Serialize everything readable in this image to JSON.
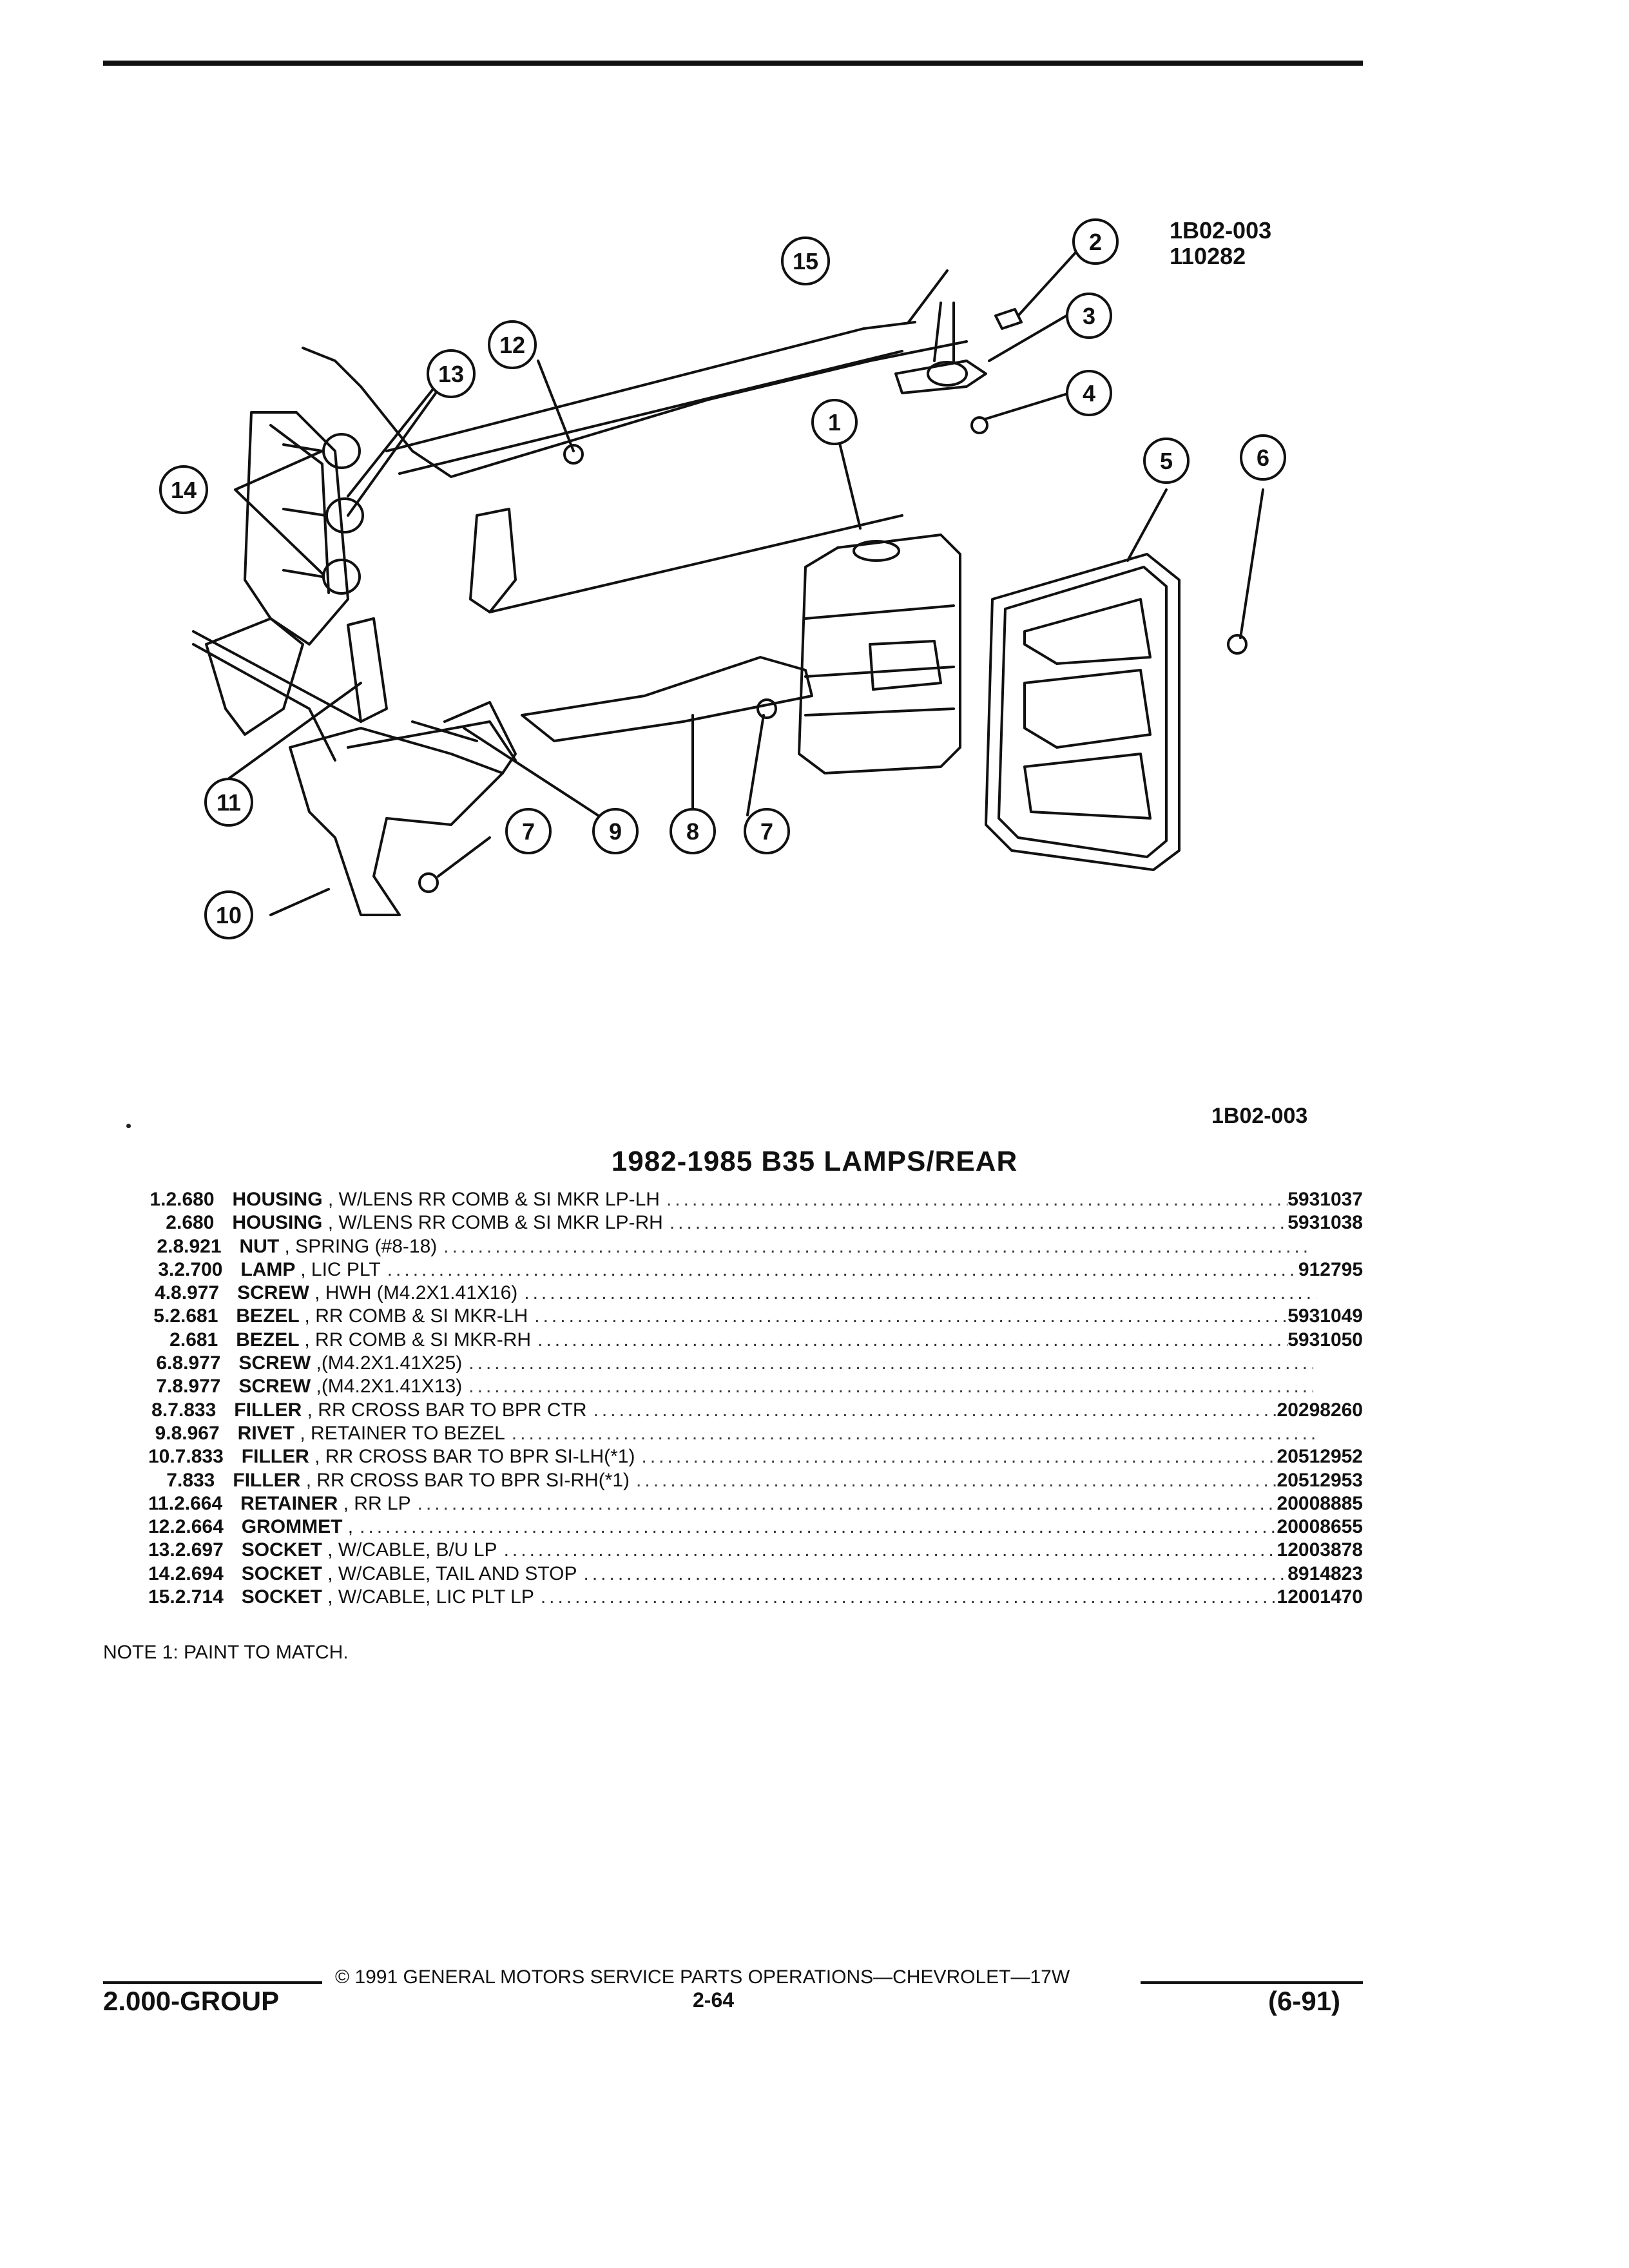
{
  "diagram": {
    "ref_code": "1B02-003",
    "ref_number": "110282",
    "callouts": [
      "1",
      "2",
      "3",
      "4",
      "5",
      "6",
      "7",
      "7",
      "8",
      "9",
      "10",
      "11",
      "12",
      "13",
      "14",
      "15"
    ]
  },
  "ref_code_bottom": "1B02-003",
  "section_title": "1982-1985 B35 LAMPS/REAR",
  "parts": [
    {
      "num": "1.",
      "code": "2.680",
      "name": "HOUSING",
      "desc": ", W/LENS RR COMB & SI MKR LP-LH",
      "part_no": "5931037"
    },
    {
      "num": "",
      "code": "2.680",
      "name": "HOUSING",
      "desc": ", W/LENS RR COMB & SI MKR LP-RH",
      "part_no": "5931038"
    },
    {
      "num": "2.",
      "code": "8.921",
      "name": "NUT",
      "desc": ", SPRING (#8-18)",
      "part_no": ""
    },
    {
      "num": "3.",
      "code": "2.700",
      "name": "LAMP",
      "desc": ", LIC PLT",
      "part_no": "912795"
    },
    {
      "num": "4.",
      "code": "8.977",
      "name": "SCREW",
      "desc": ", HWH (M4.2X1.41X16)",
      "part_no": ""
    },
    {
      "num": "5.",
      "code": "2.681",
      "name": "BEZEL",
      "desc": ", RR COMB & SI MKR-LH",
      "part_no": "5931049"
    },
    {
      "num": "",
      "code": "2.681",
      "name": "BEZEL",
      "desc": ", RR COMB & SI MKR-RH",
      "part_no": "5931050"
    },
    {
      "num": "6.",
      "code": "8.977",
      "name": "SCREW",
      "desc": ",(M4.2X1.41X25)",
      "part_no": ""
    },
    {
      "num": "7.",
      "code": "8.977",
      "name": "SCREW",
      "desc": ",(M4.2X1.41X13)",
      "part_no": ""
    },
    {
      "num": "8.",
      "code": "7.833",
      "name": "FILLER",
      "desc": ", RR CROSS BAR TO BPR CTR",
      "part_no": "20298260"
    },
    {
      "num": "9.",
      "code": "8.967",
      "name": "RIVET",
      "desc": ", RETAINER TO BEZEL",
      "part_no": ""
    },
    {
      "num": "10.",
      "code": "7.833",
      "name": "FILLER",
      "desc": ", RR CROSS BAR TO BPR SI-LH(*1)",
      "part_no": "20512952"
    },
    {
      "num": "",
      "code": "7.833",
      "name": "FILLER",
      "desc": ", RR CROSS BAR TO BPR SI-RH(*1)",
      "part_no": "20512953"
    },
    {
      "num": "11.",
      "code": "2.664",
      "name": "RETAINER",
      "desc": ", RR LP",
      "part_no": "20008885"
    },
    {
      "num": "12.",
      "code": "2.664",
      "name": "GROMMET",
      "desc": ",",
      "part_no": "20008655"
    },
    {
      "num": "13.",
      "code": "2.697",
      "name": "SOCKET",
      "desc": ", W/CABLE, B/U LP",
      "part_no": "12003878"
    },
    {
      "num": "14.",
      "code": "2.694",
      "name": "SOCKET",
      "desc": ", W/CABLE, TAIL AND STOP",
      "part_no": "8914823"
    },
    {
      "num": "15.",
      "code": "2.714",
      "name": "SOCKET",
      "desc": ", W/CABLE, LIC PLT LP",
      "part_no": "12001470"
    }
  ],
  "note": "NOTE  1:  PAINT TO MATCH.",
  "footer": {
    "copyright": "© 1991 GENERAL MOTORS SERVICE PARTS OPERATIONS—CHEVROLET—17W",
    "group": "2.000-GROUP",
    "page": "2-64",
    "date": "(6-91)"
  }
}
